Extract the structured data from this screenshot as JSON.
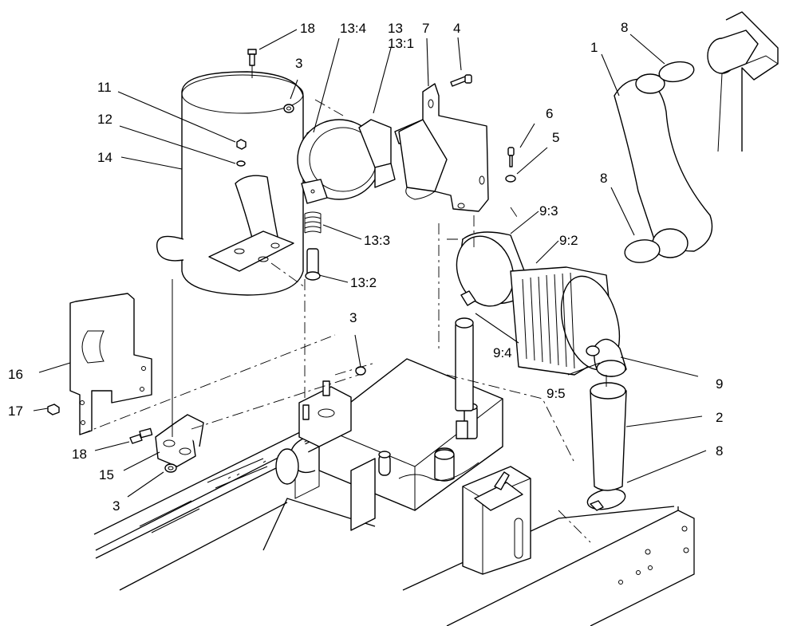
{
  "callouts": [
    {
      "id": "18a",
      "text": "18"
    },
    {
      "id": "13_4",
      "text": "13:4"
    },
    {
      "id": "13",
      "text": "13"
    },
    {
      "id": "13_1",
      "text": "13:1"
    },
    {
      "id": "7",
      "text": "7"
    },
    {
      "id": "4",
      "text": "4"
    },
    {
      "id": "8a",
      "text": "8"
    },
    {
      "id": "1",
      "text": "1"
    },
    {
      "id": "3a",
      "text": "3"
    },
    {
      "id": "11",
      "text": "11"
    },
    {
      "id": "12",
      "text": "12"
    },
    {
      "id": "14",
      "text": "14"
    },
    {
      "id": "6",
      "text": "6"
    },
    {
      "id": "5",
      "text": "5"
    },
    {
      "id": "8b",
      "text": "8"
    },
    {
      "id": "9_3",
      "text": "9:3"
    },
    {
      "id": "9_2",
      "text": "9:2"
    },
    {
      "id": "13_3",
      "text": "13:3"
    },
    {
      "id": "13_2",
      "text": "13:2"
    },
    {
      "id": "3b",
      "text": "3"
    },
    {
      "id": "9_4",
      "text": "9:4"
    },
    {
      "id": "16",
      "text": "16"
    },
    {
      "id": "9",
      "text": "9"
    },
    {
      "id": "9_5",
      "text": "9:5"
    },
    {
      "id": "17",
      "text": "17"
    },
    {
      "id": "2",
      "text": "2"
    },
    {
      "id": "18b",
      "text": "18"
    },
    {
      "id": "8c",
      "text": "8"
    },
    {
      "id": "15",
      "text": "15"
    },
    {
      "id": "3c",
      "text": "3"
    }
  ]
}
